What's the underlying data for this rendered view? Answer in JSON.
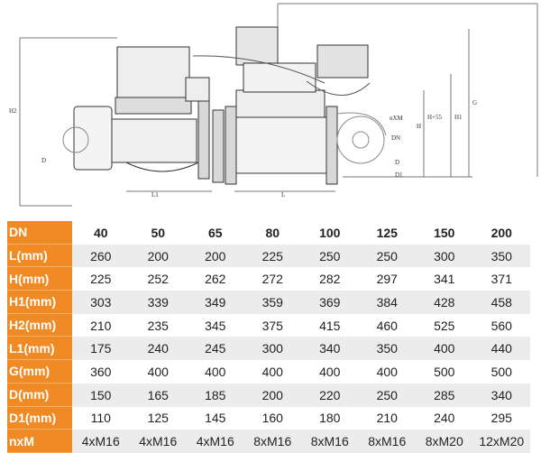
{
  "drawing": {
    "labels": {
      "h2": "H2",
      "d_left": "D",
      "l1": "L1",
      "l": "L",
      "nxm": "nXM",
      "dn": "DN",
      "d_right": "D",
      "d1": "D1",
      "h": "H",
      "h_plus": "H+55",
      "h1": "H1",
      "g": "G"
    }
  },
  "table": {
    "rows": [
      {
        "header": "DN",
        "values": [
          "40",
          "50",
          "65",
          "80",
          "100",
          "125",
          "150",
          "200"
        ]
      },
      {
        "header": "L(mm)",
        "values": [
          "260",
          "200",
          "200",
          "225",
          "250",
          "250",
          "300",
          "350"
        ]
      },
      {
        "header": "H(mm)",
        "values": [
          "225",
          "252",
          "262",
          "272",
          "282",
          "297",
          "341",
          "371"
        ]
      },
      {
        "header": "H1(mm)",
        "values": [
          "303",
          "339",
          "349",
          "359",
          "369",
          "384",
          "428",
          "458"
        ]
      },
      {
        "header": "H2(mm)",
        "values": [
          "210",
          "235",
          "345",
          "375",
          "415",
          "460",
          "525",
          "560"
        ]
      },
      {
        "header": "L1(mm)",
        "values": [
          "175",
          "240",
          "245",
          "300",
          "340",
          "350",
          "400",
          "440"
        ]
      },
      {
        "header": "G(mm)",
        "values": [
          "360",
          "400",
          "400",
          "400",
          "400",
          "400",
          "500",
          "500"
        ]
      },
      {
        "header": "D(mm)",
        "values": [
          "150",
          "165",
          "185",
          "200",
          "220",
          "250",
          "285",
          "340"
        ]
      },
      {
        "header": "D1(mm)",
        "values": [
          "110",
          "125",
          "145",
          "160",
          "180",
          "210",
          "240",
          "295"
        ]
      },
      {
        "header": "nxM",
        "values": [
          "4xM16",
          "4xM16",
          "4xM16",
          "8xM16",
          "8xM16",
          "8xM16",
          "8xM20",
          "12xM20"
        ]
      }
    ]
  }
}
